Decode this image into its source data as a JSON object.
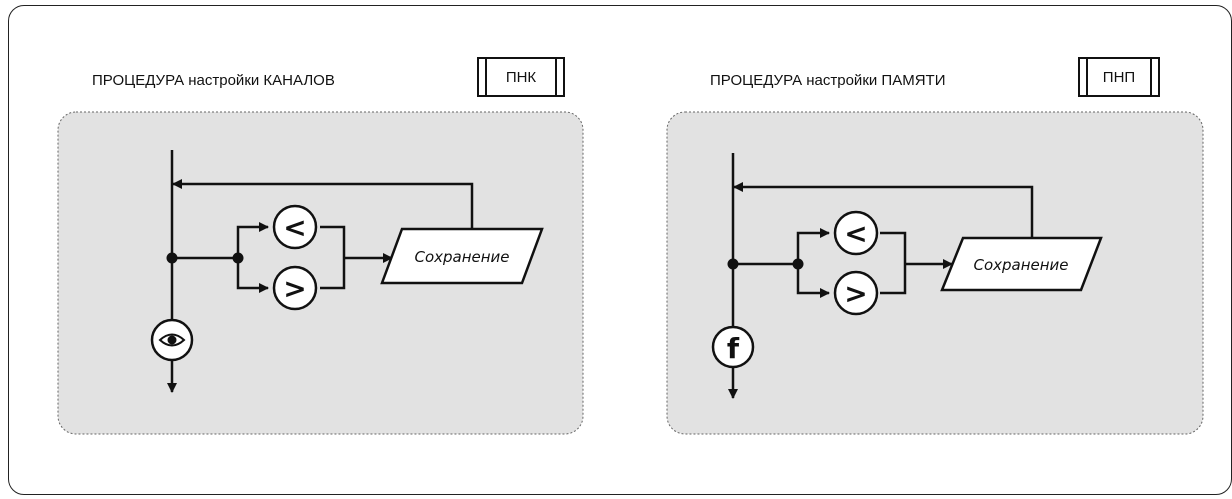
{
  "panels": [
    {
      "title": "ПРОЦЕДУРА настройки КАНАЛОВ",
      "code": "ПНК",
      "save_label": "Сохранение",
      "less_symbol": "<",
      "greater_symbol": ">",
      "bottom_icon": "eye-icon"
    },
    {
      "title": "ПРОЦЕДУРА настройки ПАМЯТИ",
      "code": "ПНП",
      "save_label": "Сохранение",
      "less_symbol": "<",
      "greater_symbol": ">",
      "bottom_icon": "function-icon",
      "bottom_icon_text": "f"
    }
  ],
  "colors": {
    "panel_fill": "#e2e2e2",
    "stroke": "#111111",
    "frame": "#222222"
  }
}
